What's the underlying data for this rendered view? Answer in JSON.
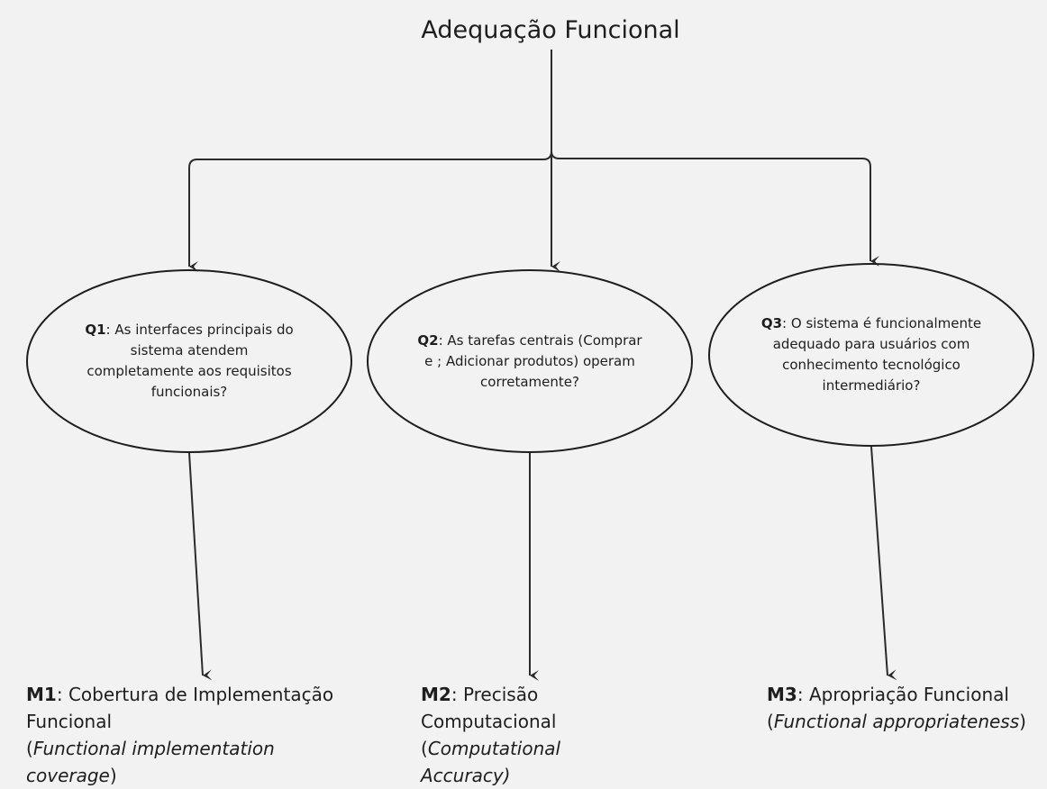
{
  "title": "Adequação Funcional",
  "questions": [
    {
      "id": "Q1",
      "text": "As interfaces principais do sistema atendem completamente aos requisitos funcionais?"
    },
    {
      "id": "Q2",
      "text": "As tarefas centrais (Comprar e ; Adicionar produtos) operam corretamente?"
    },
    {
      "id": "Q3",
      "text": "O sistema é funcionalmente adequado para usuários com conhecimento tecnológico intermediário?"
    }
  ],
  "metrics": [
    {
      "id": "M1",
      "name": "Cobertura de Implementação Funcional",
      "en": "Functional implementation coverage",
      "open": "(",
      "close": ")"
    },
    {
      "id": "M2",
      "name": "Precisão Computacional",
      "en": "Computational Accuracy)",
      "open": "(",
      "close": ""
    },
    {
      "id": "M3",
      "name": "Apropriação Funcional",
      "en": "Functional appropriateness",
      "open": "(",
      "close": ")"
    }
  ],
  "colors": {
    "background": "#f2f2f2",
    "stroke": "#1e1e1e",
    "text": "#1e1e1e"
  }
}
